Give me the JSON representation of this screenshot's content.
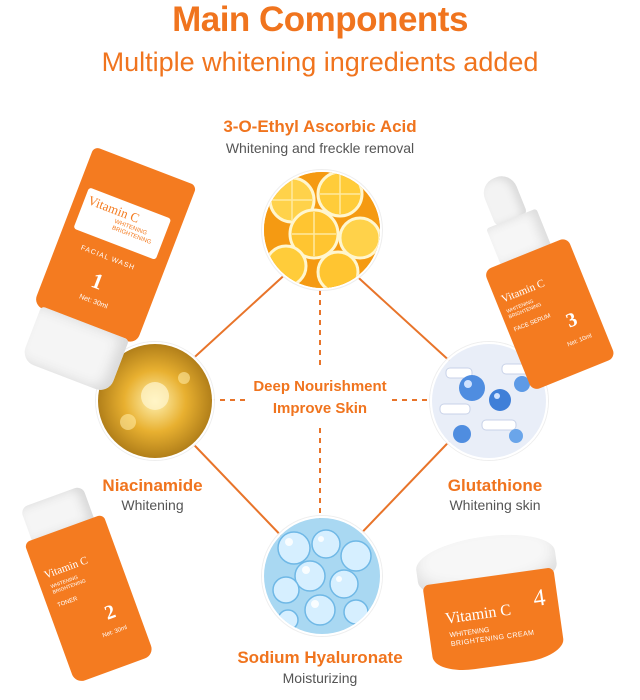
{
  "header": {
    "title": "Main Components",
    "subtitle": "Multiple whitening ingredients added"
  },
  "center": {
    "line1": "Deep Nourishment",
    "line2": "Improve Skin"
  },
  "ingredients": {
    "top": {
      "name": "3-O-Ethyl Ascorbic Acid",
      "desc": "Whitening and freckle removal"
    },
    "left": {
      "name": "Niacinamide",
      "desc": "Whitening"
    },
    "right": {
      "name": "Glutathione",
      "desc": "Whitening skin"
    },
    "bottom": {
      "name": "Sodium Hyaluronate",
      "desc": "Moisturizing"
    }
  },
  "products": {
    "p1": {
      "brand": "Vitamin C",
      "line1": "WHITENING",
      "line2": "BRIGHTENING",
      "type": "FACIAL WASH",
      "num": "1",
      "net": "Net: 30ml"
    },
    "p2": {
      "brand": "Vitamin C",
      "line1": "WHITENING",
      "line2": "BRIGHTENING",
      "type": "TONER",
      "num": "2",
      "net": "Net: 30ml"
    },
    "p3": {
      "brand": "Vitamin C",
      "line1": "WHITENING",
      "line2": "BRIGHTENING",
      "type": "FACE SERUM",
      "num": "3",
      "net": "Net: 10ml"
    },
    "p4": {
      "brand": "Vitamin C",
      "line1": "WHITENING",
      "line2": "BRIGHTENING CREAM",
      "num": "4"
    }
  },
  "colors": {
    "accent": "#f0741e",
    "product": "#f47b20",
    "line": "#e8742a"
  }
}
